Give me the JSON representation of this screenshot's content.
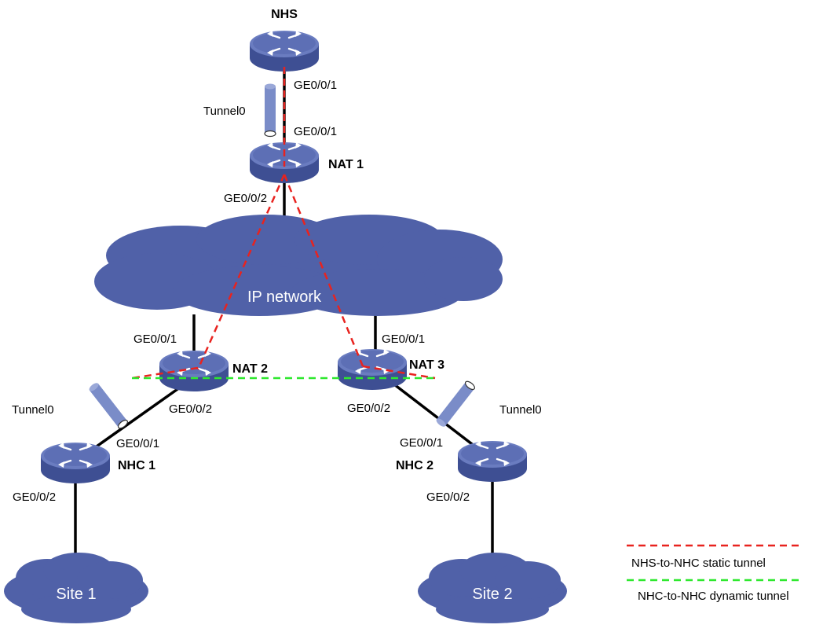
{
  "devices": {
    "nhs": "NHS",
    "nat1": "NAT 1",
    "nat2": "NAT 2",
    "nat3": "NAT 3",
    "nhc1": "NHC 1",
    "nhc2": "NHC 2"
  },
  "clouds": {
    "ip_network": "IP network",
    "site1": "Site 1",
    "site2": "Site 2"
  },
  "interfaces": {
    "nhs_ge001": "GE0/0/1",
    "nat1_ge001": "GE0/0/1",
    "nat1_ge002": "GE0/0/2",
    "nat2_ge001": "GE0/0/1",
    "nat2_ge002": "GE0/0/2",
    "nat3_ge001": "GE0/0/1",
    "nat3_ge002": "GE0/0/2",
    "nhc1_ge001": "GE0/0/1",
    "nhc1_ge002": "GE0/0/2",
    "nhc2_ge001": "GE0/0/1",
    "nhc2_ge002": "GE0/0/2"
  },
  "tunnels": {
    "top": "Tunnel0",
    "left": "Tunnel0",
    "right": "Tunnel0"
  },
  "legend": {
    "static": "NHS-to-NHC  static tunnel",
    "dynamic": "NHC-to-NHC  dynamic tunnel"
  },
  "colors": {
    "device_fill": "#5668ad",
    "cloud_fill": "#5061a8",
    "link": "#000000",
    "static_tunnel": "#e8231f",
    "dynamic_tunnel": "#2ee82e",
    "tunnel_pipe": "#7a8cc8"
  }
}
